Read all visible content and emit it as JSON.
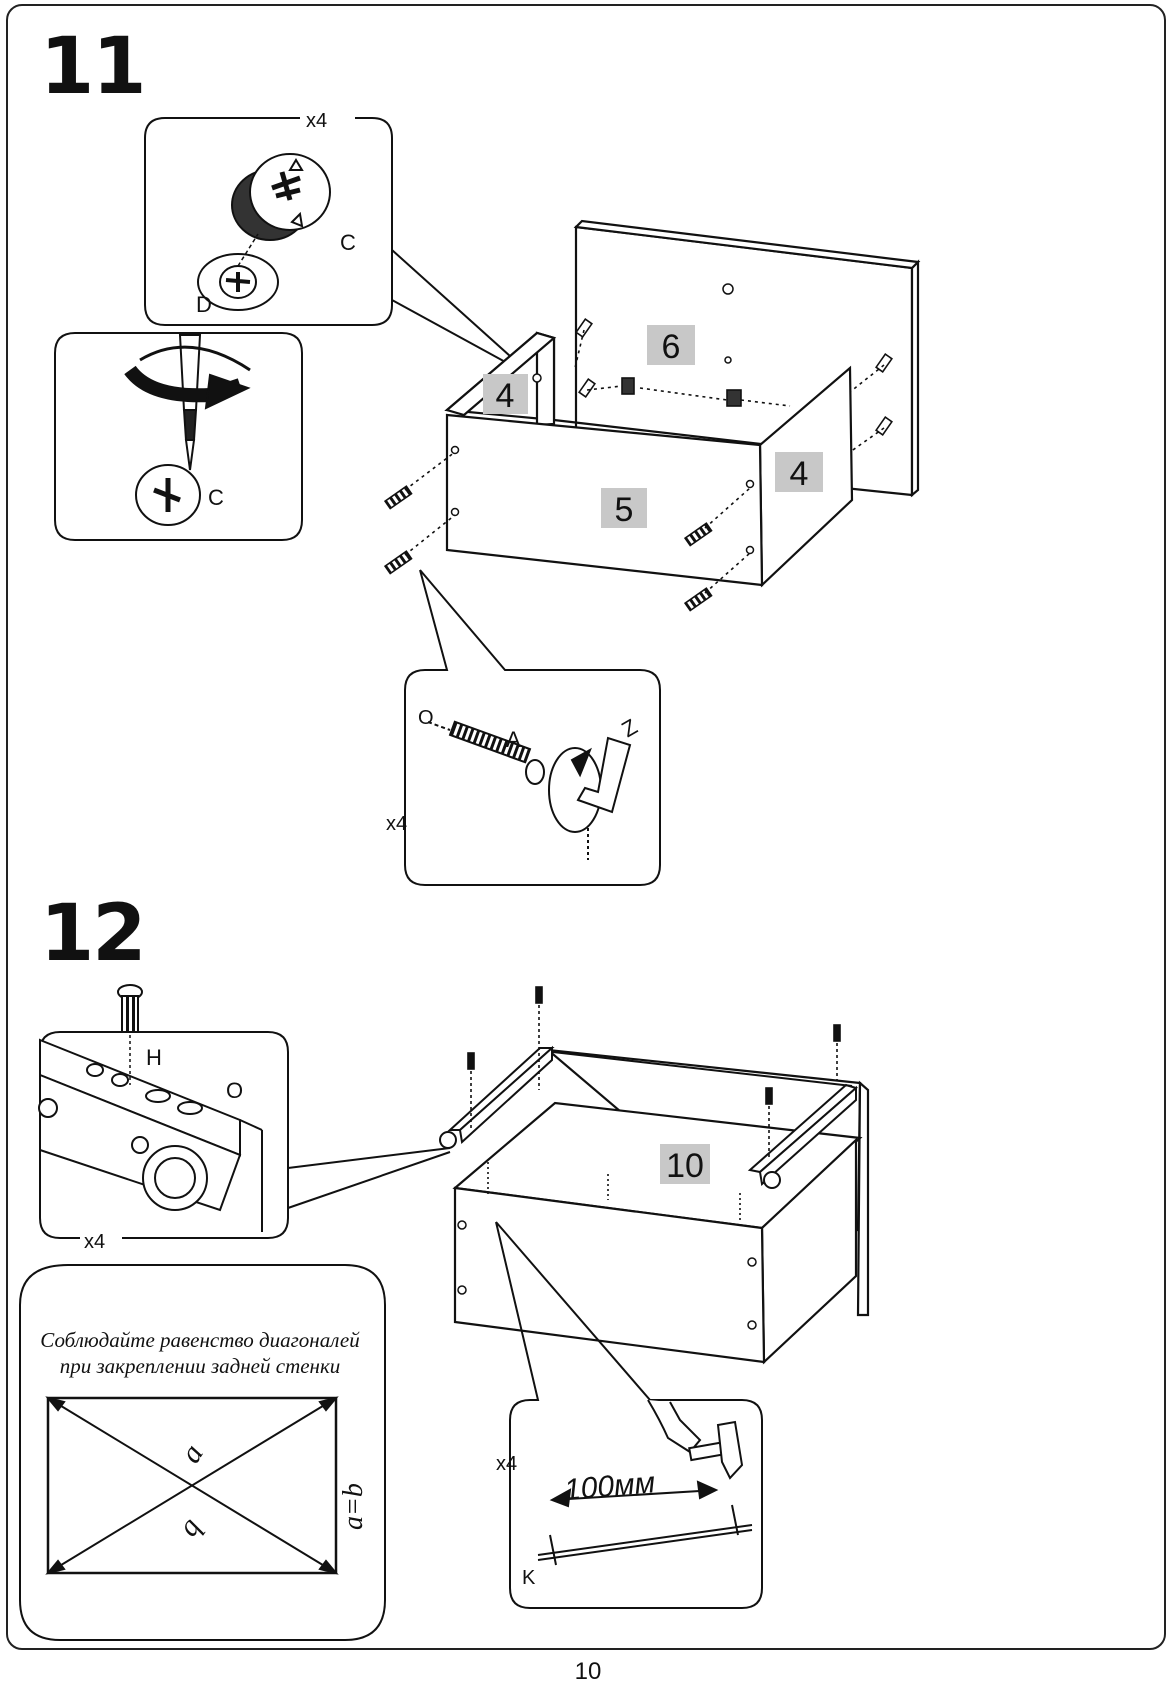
{
  "page": {
    "number": "10"
  },
  "step11": {
    "number": "11",
    "callout_cam_qty": "x4",
    "callout_bolt_qty": "x4",
    "part_labels": [
      "6",
      "4",
      "4",
      "5"
    ],
    "hardware_labels": {
      "cam": "C",
      "cam_cover": "D",
      "cam_rotate": "C",
      "bolt": "A",
      "bolt_head": "O",
      "hex_key": "Z"
    }
  },
  "step12": {
    "number": "12",
    "callout_rail_qty": "x4",
    "callout_nail_qty": "x4",
    "part_labels": [
      "10"
    ],
    "hardware_labels": {
      "screw": "H",
      "rail": "O",
      "nail": "K"
    },
    "spacing_label": "100мм",
    "note_line1": "Соблюдайте равенство диагоналей",
    "note_line2": "при закреплении задней стенки",
    "diag_a": "a",
    "diag_b": "b",
    "equality": "a=b"
  }
}
